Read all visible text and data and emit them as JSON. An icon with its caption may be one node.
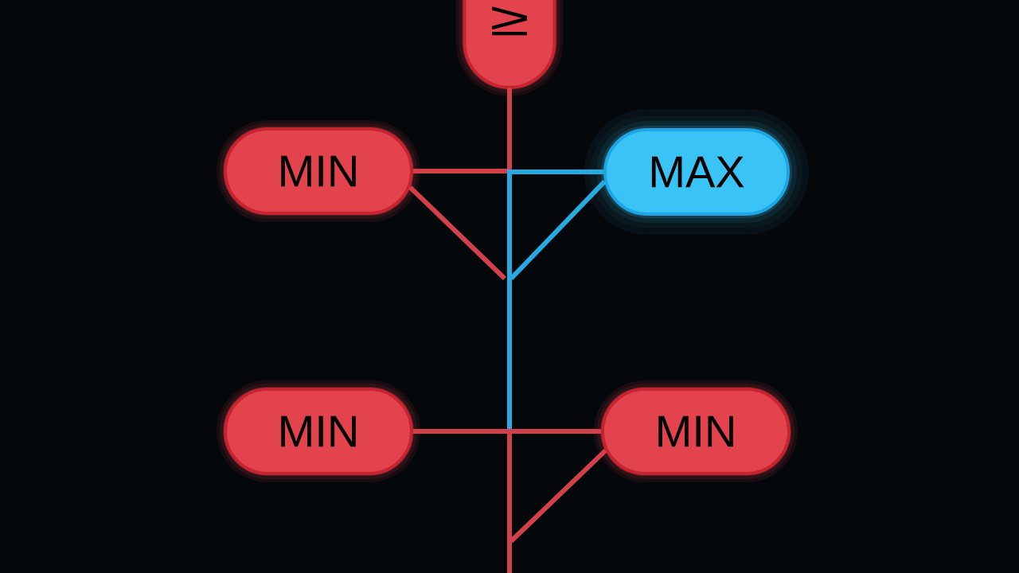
{
  "diagram": {
    "nodes": [
      {
        "text": [
          "≥"
        ]
      },
      {
        "text": [
          "MIN"
        ]
      },
      {
        "text": [
          "MAX"
        ]
      },
      {
        "text": [
          "MIN"
        ]
      },
      {
        "text": [
          "MIN"
        ]
      }
    ],
    "edges": [
      {
        "from": 0,
        "to": null,
        "arrow": "none"
      },
      {
        "from": 1,
        "to": null,
        "arrow": "none"
      },
      {
        "from": 2,
        "to": null,
        "arrow": "none",
        "color": "#27a9e1"
      },
      {
        "from": 1,
        "to": null,
        "arrow": "none"
      },
      {
        "from": 2,
        "to": null,
        "arrow": "none",
        "color": "#27a9e1"
      },
      {
        "from": 3,
        "to": 4,
        "arrow": "none"
      },
      {
        "from": 4,
        "to": null,
        "arrow": "none"
      }
    ]
  }
}
